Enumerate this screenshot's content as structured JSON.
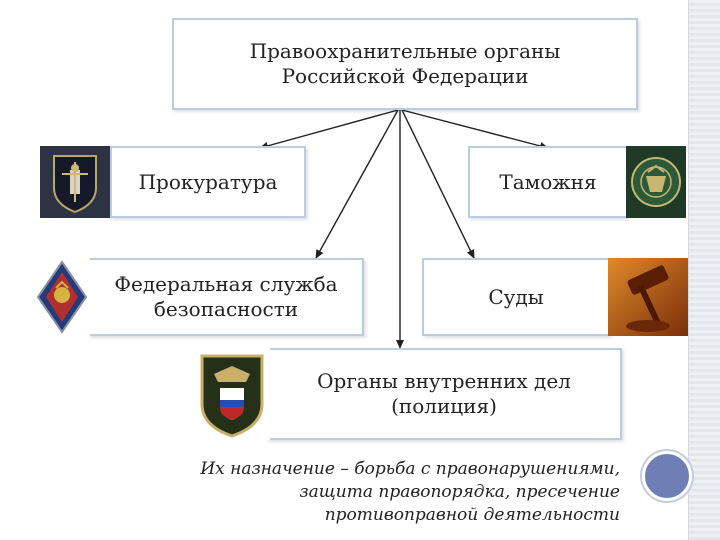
{
  "diagram": {
    "root": {
      "label": "Правоохранительные органы\nРоссийской Федерации"
    },
    "nodes": [
      {
        "id": "prosecutor",
        "label": "Прокуратура"
      },
      {
        "id": "customs",
        "label": "Таможня"
      },
      {
        "id": "fsb",
        "label": "Федеральная служба\nбезопасности"
      },
      {
        "id": "courts",
        "label": "Суды"
      },
      {
        "id": "police",
        "label": "Органы внутренних дел\n(полиция)"
      }
    ]
  },
  "footer": {
    "text": "Их назначение – борьба с правонарушениями,\nзащита правопорядка, пресечение\nпротивоправной деятельности"
  },
  "icons": {
    "prosecutor": "prosecutor-emblem-icon",
    "customs": "customs-emblem-icon",
    "fsb": "fsb-emblem-icon",
    "courts": "gavel-icon",
    "police": "police-emblem-icon"
  },
  "colors": {
    "box_border": "#b8cde0",
    "arrow": "#222222",
    "accent_circle": "#6f7fb6"
  }
}
